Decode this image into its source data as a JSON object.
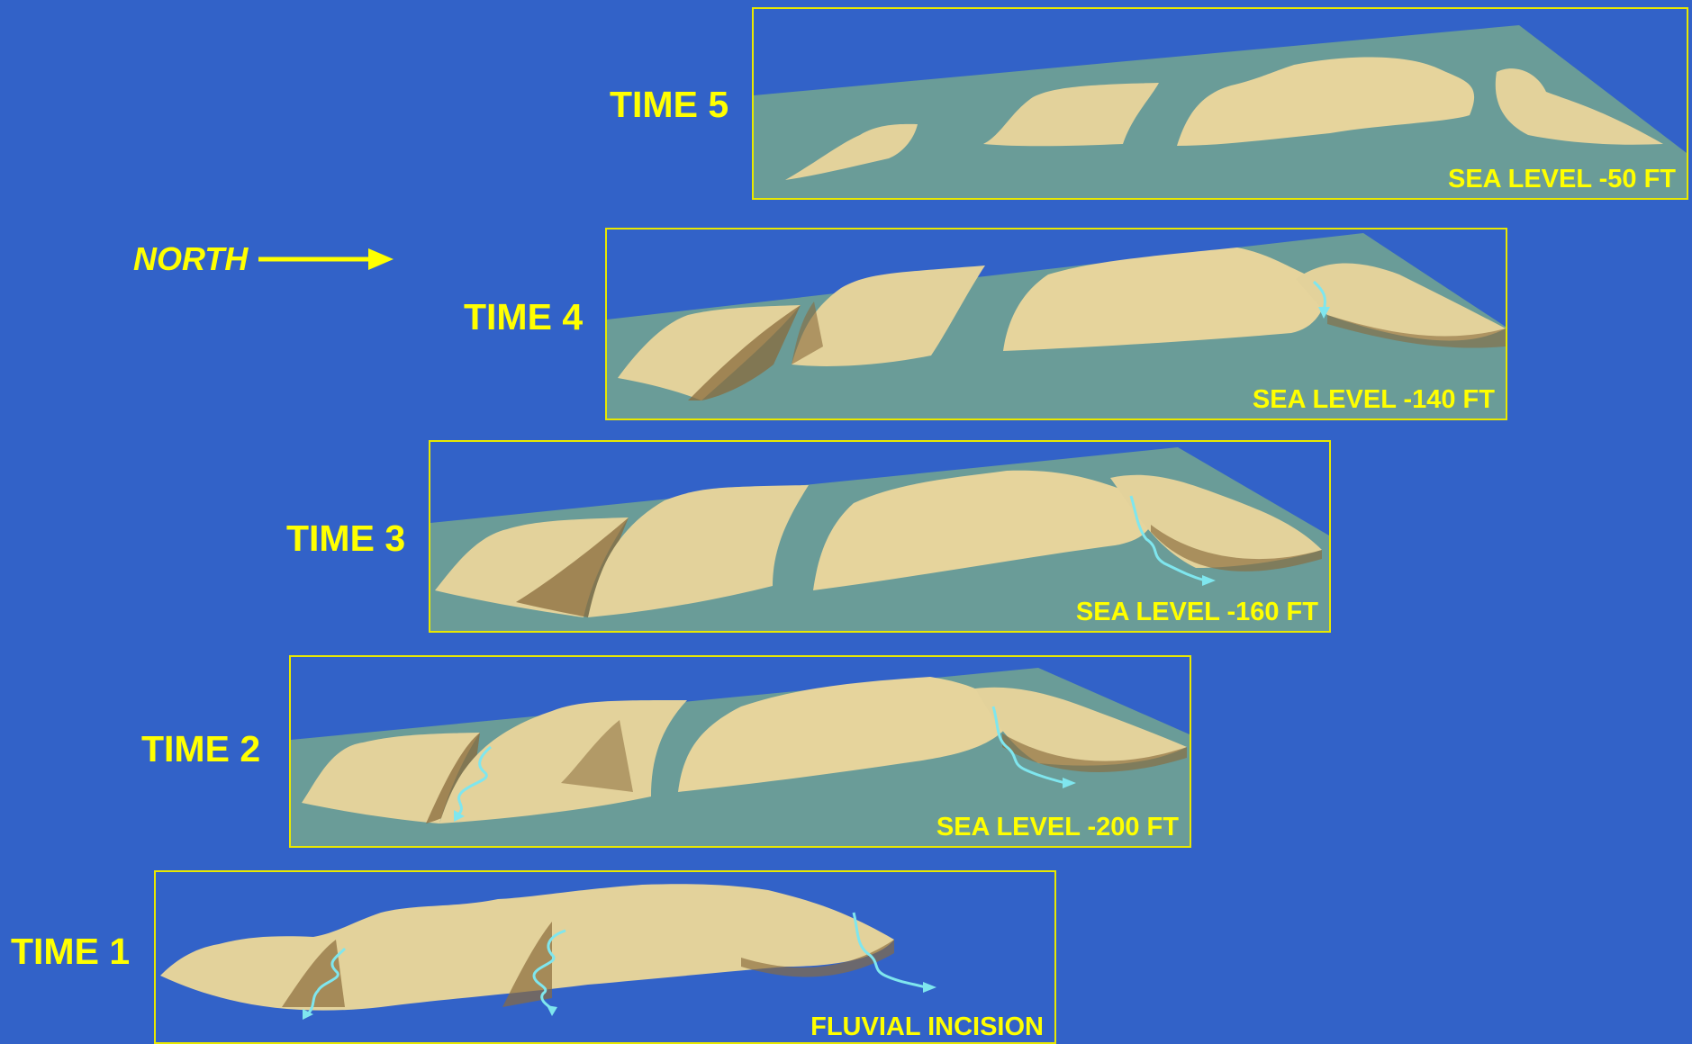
{
  "direction": {
    "label": "NORTH"
  },
  "colors": {
    "background": "#3262c8",
    "frame": "#e8e800",
    "text": "#ffff00",
    "water": "#6a9c98",
    "sand": "#e6d49c",
    "sand_shadow": "#8a6b3c",
    "river": "#7fe6ee"
  },
  "panels": [
    {
      "time": "TIME 5",
      "caption": "SEA LEVEL -50 FT",
      "rivers": 0
    },
    {
      "time": "TIME 4",
      "caption": "SEA LEVEL -140 FT",
      "rivers": 1
    },
    {
      "time": "TIME 3",
      "caption": "SEA LEVEL -160 FT",
      "rivers": 1
    },
    {
      "time": "TIME 2",
      "caption": "SEA LEVEL -200 FT",
      "rivers": 2
    },
    {
      "time": "TIME 1",
      "caption": "FLUVIAL INCISION",
      "rivers": 3
    }
  ]
}
